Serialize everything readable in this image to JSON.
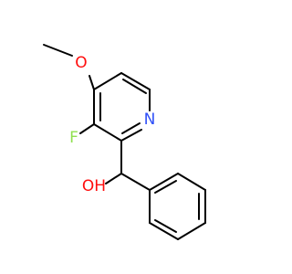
{
  "molecule": {
    "atoms": {
      "o_methoxy": "O",
      "f": "F",
      "n": "N",
      "oh": "OH"
    }
  },
  "colors": {
    "oxygen": "#ff0d0d",
    "fluorine": "#90e050",
    "nitrogen": "#3050f8",
    "bond": "#000000",
    "background": "#ffffff"
  }
}
